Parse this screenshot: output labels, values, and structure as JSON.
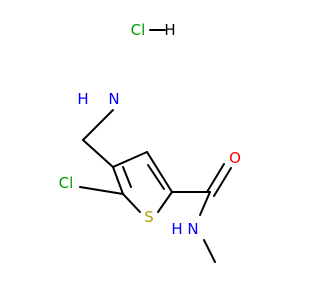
{
  "molecule": {
    "salt": {
      "cl": "Cl",
      "h": "H"
    },
    "atoms": {
      "amine_h": "H",
      "amine_n": "N",
      "chlorine": "Cl",
      "sulfur": "S",
      "carbonyl_o": "O",
      "amide_n": "N",
      "amide_h": "H"
    },
    "colors": {
      "bond": "#000000",
      "nitrogen": "#0000ff",
      "oxygen": "#ff0000",
      "chlorine": "#00a000",
      "sulfur": "#b4a000"
    }
  }
}
